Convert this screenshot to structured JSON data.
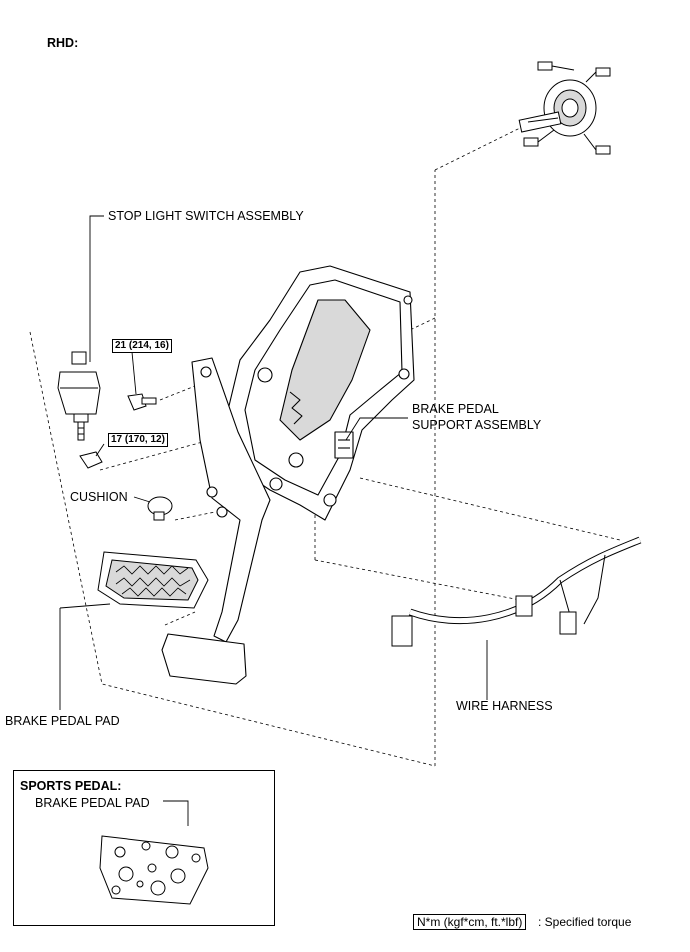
{
  "header": {
    "variant": "RHD:"
  },
  "labels": {
    "stop_light_switch": "STOP LIGHT SWITCH ASSEMBLY",
    "brake_pedal_support_l1": "BRAKE PEDAL",
    "brake_pedal_support_l2": "SUPPORT ASSEMBLY",
    "cushion": "CUSHION",
    "brake_pedal_pad": "BRAKE PEDAL PAD",
    "wire_harness": "WIRE HARNESS"
  },
  "torques": {
    "bolt": "21 (214, 16)",
    "nut": "17 (170, 12)"
  },
  "inset": {
    "title": "SPORTS PEDAL:",
    "part_label": "BRAKE PEDAL PAD"
  },
  "legend": {
    "unit": "N*m (kgf*cm, ft.*lbf)",
    "meaning": ": Specified torque"
  },
  "colors": {
    "line": "#000000",
    "background": "#ffffff",
    "shade": "#d9d9d9"
  }
}
